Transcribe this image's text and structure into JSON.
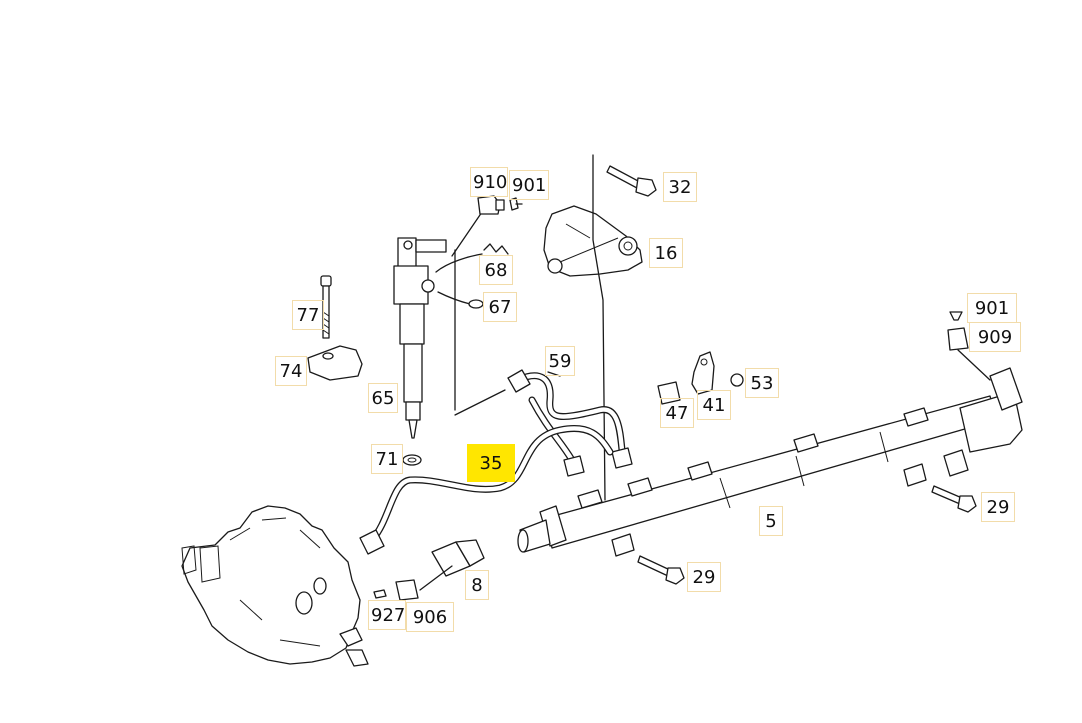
{
  "diagram": {
    "highlight_color": "#ffe600",
    "label_border_color": "#f2dcaa",
    "parts": [
      {
        "id": "910",
        "label": "910"
      },
      {
        "id": "901a",
        "label": "901"
      },
      {
        "id": "32",
        "label": "32"
      },
      {
        "id": "16",
        "label": "16"
      },
      {
        "id": "68",
        "label": "68"
      },
      {
        "id": "67",
        "label": "67"
      },
      {
        "id": "77",
        "label": "77"
      },
      {
        "id": "74",
        "label": "74"
      },
      {
        "id": "65",
        "label": "65"
      },
      {
        "id": "59",
        "label": "59"
      },
      {
        "id": "71",
        "label": "71"
      },
      {
        "id": "35",
        "label": "35",
        "highlighted": true
      },
      {
        "id": "53",
        "label": "53"
      },
      {
        "id": "41",
        "label": "41"
      },
      {
        "id": "47",
        "label": "47"
      },
      {
        "id": "901b",
        "label": "901"
      },
      {
        "id": "909",
        "label": "909"
      },
      {
        "id": "29a",
        "label": "29"
      },
      {
        "id": "5",
        "label": "5"
      },
      {
        "id": "29b",
        "label": "29"
      },
      {
        "id": "8",
        "label": "8"
      },
      {
        "id": "927",
        "label": "927"
      },
      {
        "id": "906",
        "label": "906"
      }
    ]
  }
}
